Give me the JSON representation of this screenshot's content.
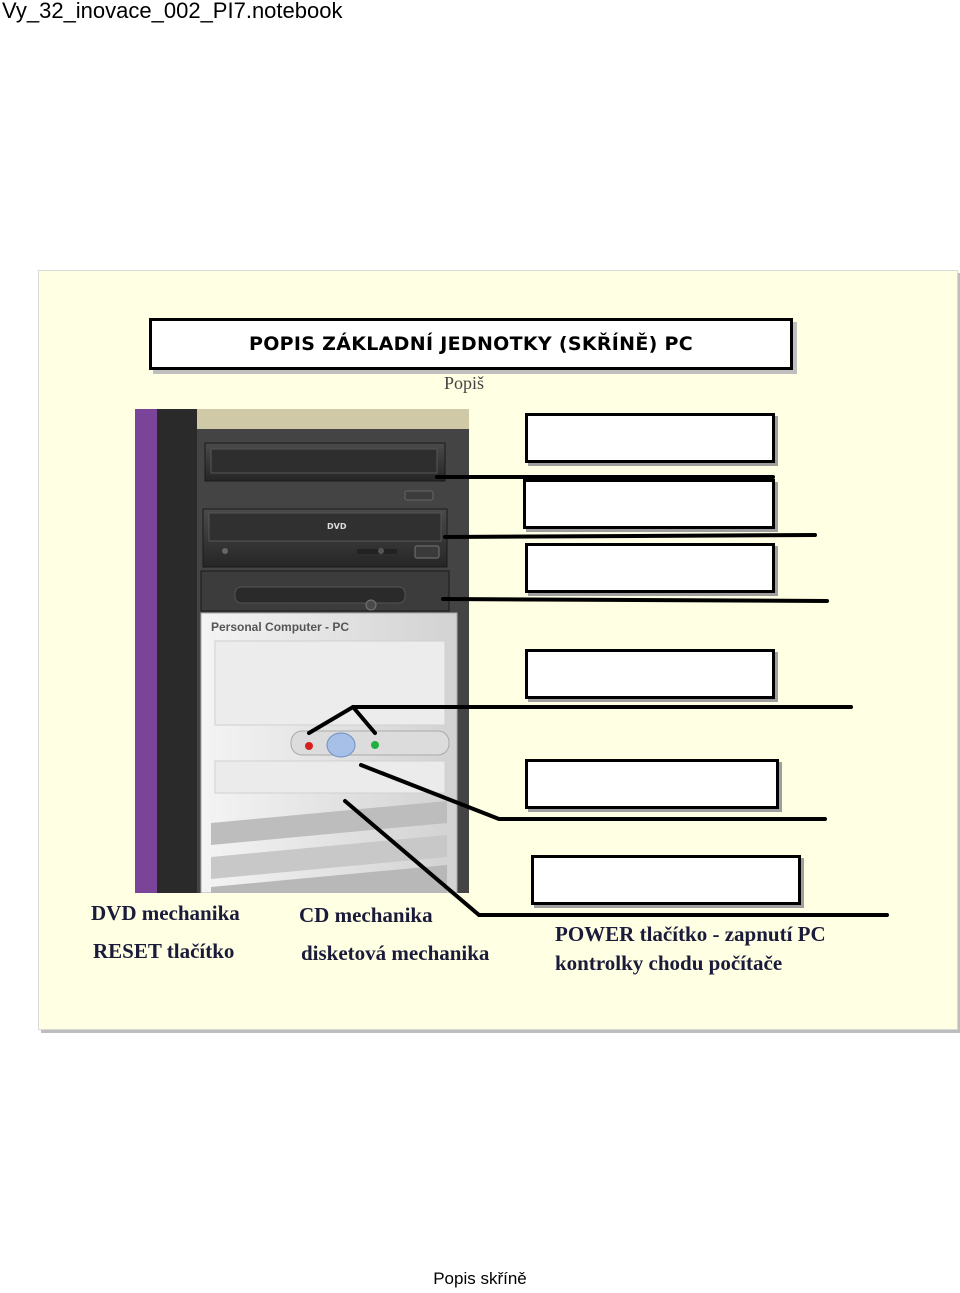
{
  "window": {
    "title": "Vy_32_inovace_002_PI7.notebook"
  },
  "slide": {
    "heading": "POPIS ZÁKLADNÍ JEDNOTKY (SKŘÍNĚ) PC",
    "instruction": "Popiš",
    "image": {
      "caption_text": "Personal Computer - PC",
      "dvd_logo": "DVD"
    },
    "drag_terms": [
      "DVD mechanika",
      "CD mechanika",
      "RESET tlačítko",
      "disketová mechanika",
      "POWER tlačítko - zapnutí PC",
      "kontrolky chodu počítače"
    ]
  },
  "footer": {
    "page_label": "Popis skříně"
  },
  "colors": {
    "slide_background": "#ffffe3",
    "case_metal": "#3a3a3a",
    "case_front": "#e6e6e6",
    "purple_backdrop": "#8a48a8",
    "led_red": "#d62020",
    "led_green": "#20b040"
  }
}
